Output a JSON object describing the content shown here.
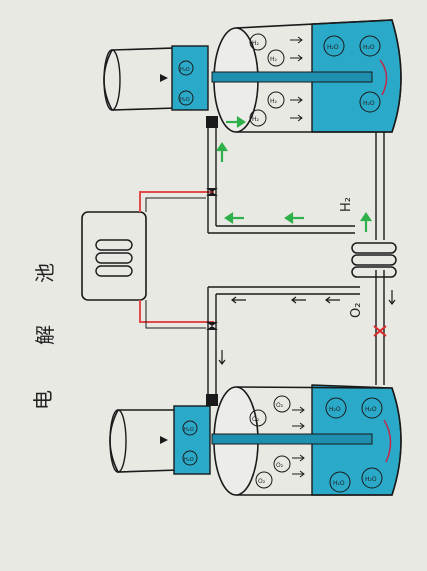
{
  "title_chars": [
    "电",
    "解",
    "池"
  ],
  "gas": {
    "hydrogen": "H₂",
    "oxygen": "O₂",
    "hydrogen_bubble": "H₂",
    "oxygen_bubble": "O₂",
    "water_molecule": "H₂O"
  },
  "colors": {
    "paper": "#e9e9e4",
    "water": "#2aa9c9",
    "water_dark": "#1f8fb0",
    "outline": "#1a1a1a",
    "wire": "#e04a4a",
    "flow_arrow": "#2fb04a",
    "valve_red": "#d92b2b"
  },
  "icons": [
    "valve-icon",
    "coil-icon",
    "flow-arrow-icon",
    "funnel-icon"
  ]
}
